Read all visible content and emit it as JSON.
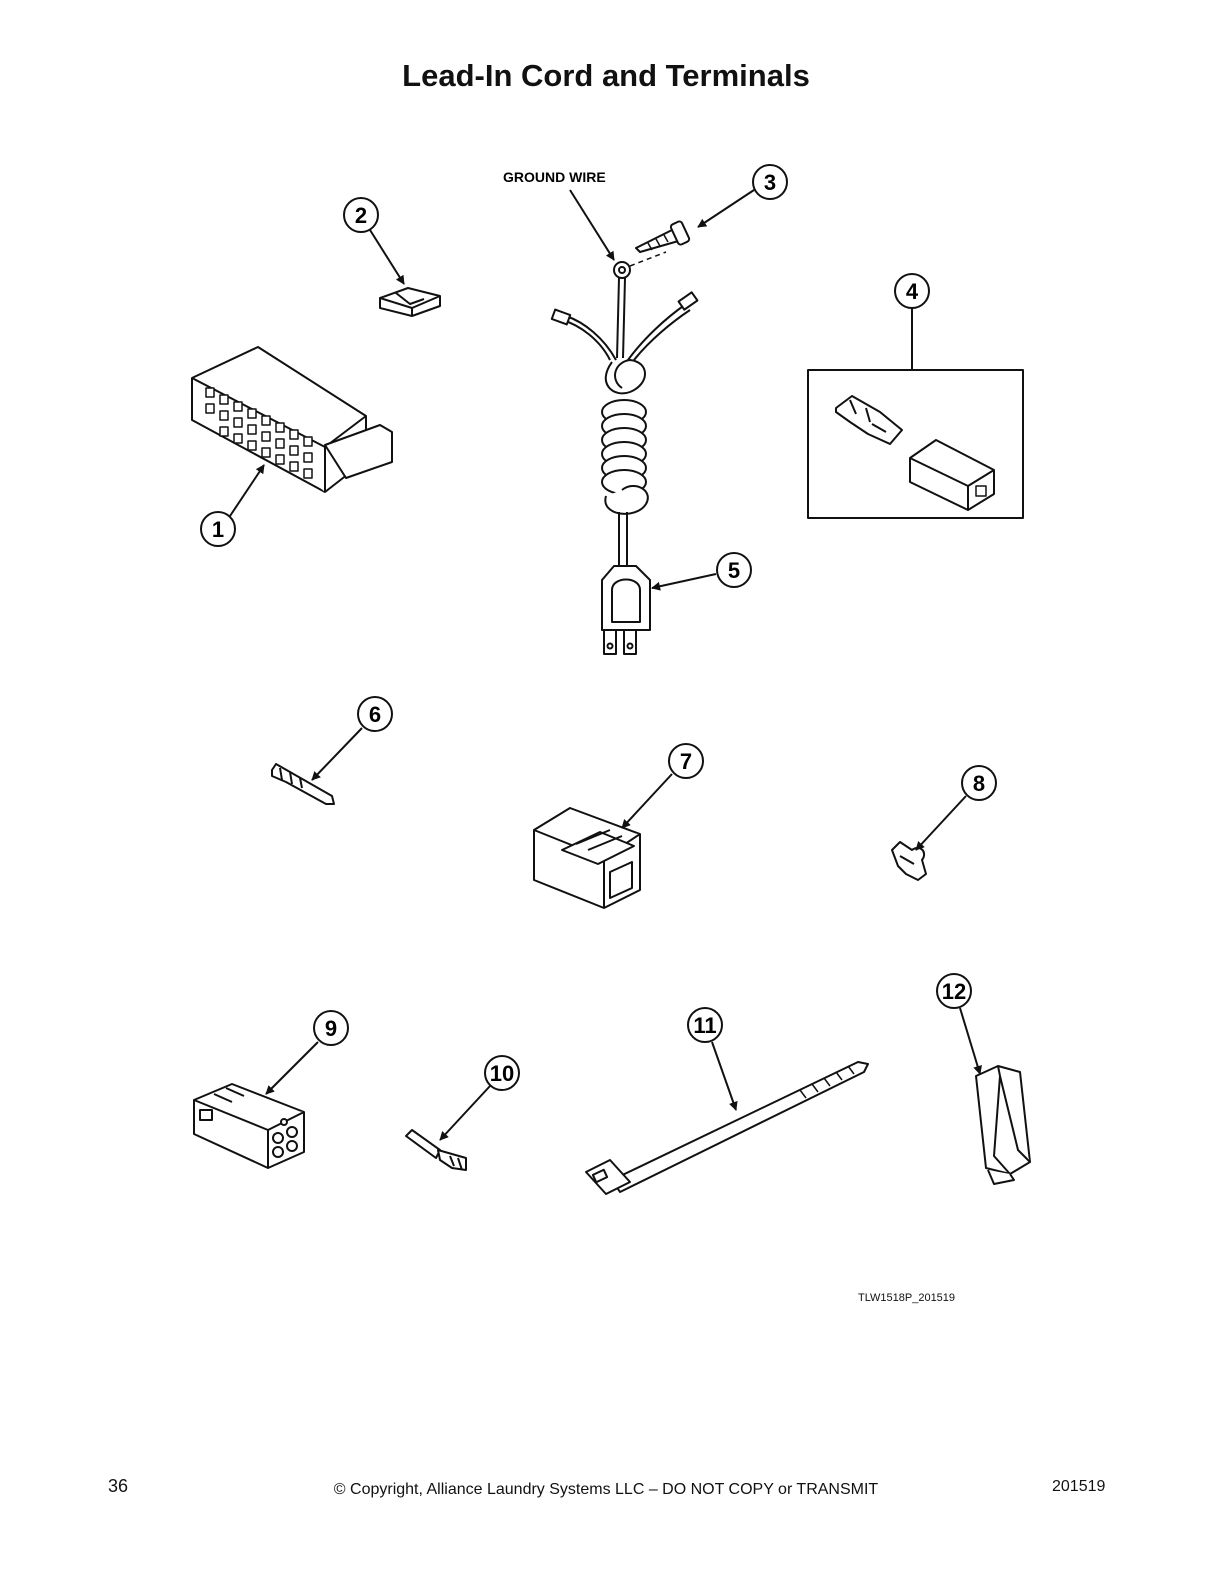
{
  "page": {
    "title": "Lead-In Cord and Terminals",
    "ground_wire_label": "GROUND WIRE",
    "drawing_ref": "TLW1518P_201519",
    "page_number": "36",
    "copyright": "© Copyright, Alliance Laundry Systems LLC – DO NOT COPY or TRANSMIT",
    "doc_code": "201519"
  },
  "callouts": [
    {
      "id": 1,
      "label": "1"
    },
    {
      "id": 2,
      "label": "2"
    },
    {
      "id": 3,
      "label": "3"
    },
    {
      "id": 4,
      "label": "4"
    },
    {
      "id": 5,
      "label": "5"
    },
    {
      "id": 6,
      "label": "6"
    },
    {
      "id": 7,
      "label": "7"
    },
    {
      "id": 8,
      "label": "8"
    },
    {
      "id": 9,
      "label": "9"
    },
    {
      "id": 10,
      "label": "10"
    },
    {
      "id": 11,
      "label": "11"
    },
    {
      "id": 12,
      "label": "12"
    }
  ]
}
